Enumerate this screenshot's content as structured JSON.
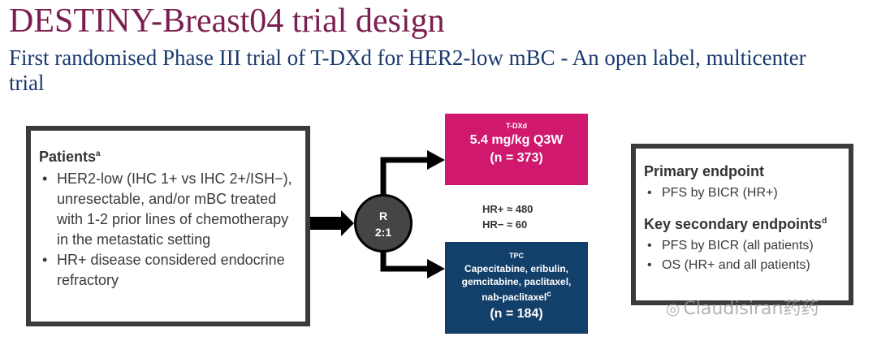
{
  "title": "DESTINY-Breast04 trial design",
  "subtitle": "First randomised Phase III trial of T-DXd for HER2-low mBC - An open label, multicenter trial",
  "patients": {
    "heading": "Patients",
    "heading_sup": "a",
    "items": [
      "HER2-low (IHC 1+ vs IHC 2+/ISH−), unresectable, and/or mBC treated with 1-2 prior lines of chemotherapy in the metastatic setting",
      "HR+ disease considered endocrine refractory"
    ]
  },
  "randomization": {
    "line1": "R",
    "line2": "2:1"
  },
  "arms": {
    "tdxd": {
      "label": "T-DXd",
      "regimen": "5.4 mg/kg Q3W",
      "n": "(n = 373)",
      "color": "#d0186f"
    },
    "tpc": {
      "label": "TPC",
      "drugs_line1": "Capecitabine, eribulin,",
      "drugs_line2": "gemcitabine, paclitaxel,",
      "drugs_line3": "nab-paclitaxel",
      "drugs_sup": "c",
      "n": "(n = 184)",
      "color": "#133f6b"
    }
  },
  "counts": {
    "hr_pos": "HR+ ≈ 480",
    "hr_neg": "HR− ≈ 60"
  },
  "endpoints": {
    "primary_heading": "Primary endpoint",
    "primary_items": [
      "PFS by BICR (HR+)"
    ],
    "secondary_heading": "Key secondary endpoints",
    "secondary_sup": "d",
    "secondary_items": [
      "PFS by BICR (all patients)",
      "OS (HR+ and all patients)"
    ]
  },
  "watermark": {
    "icon": "wechat-icon",
    "text": "Claudisiran药药"
  },
  "colors": {
    "title": "#7a1f4f",
    "subtitle": "#1a3a6e",
    "box_border": "#3b3b3b"
  }
}
